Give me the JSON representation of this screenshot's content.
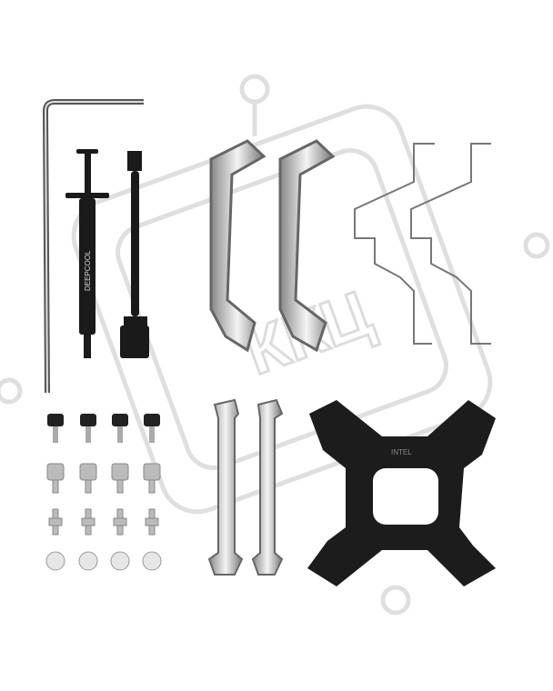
{
  "product_photo": {
    "syringe_brand": "DEEPCOOL",
    "backplate_label": "INTEL",
    "watermark": "ККЦ",
    "colors": {
      "background": "#ffffff",
      "black_parts": "#1a1a1a",
      "metal": "#c8c8c8",
      "watermark": "#d9d9d9"
    }
  }
}
